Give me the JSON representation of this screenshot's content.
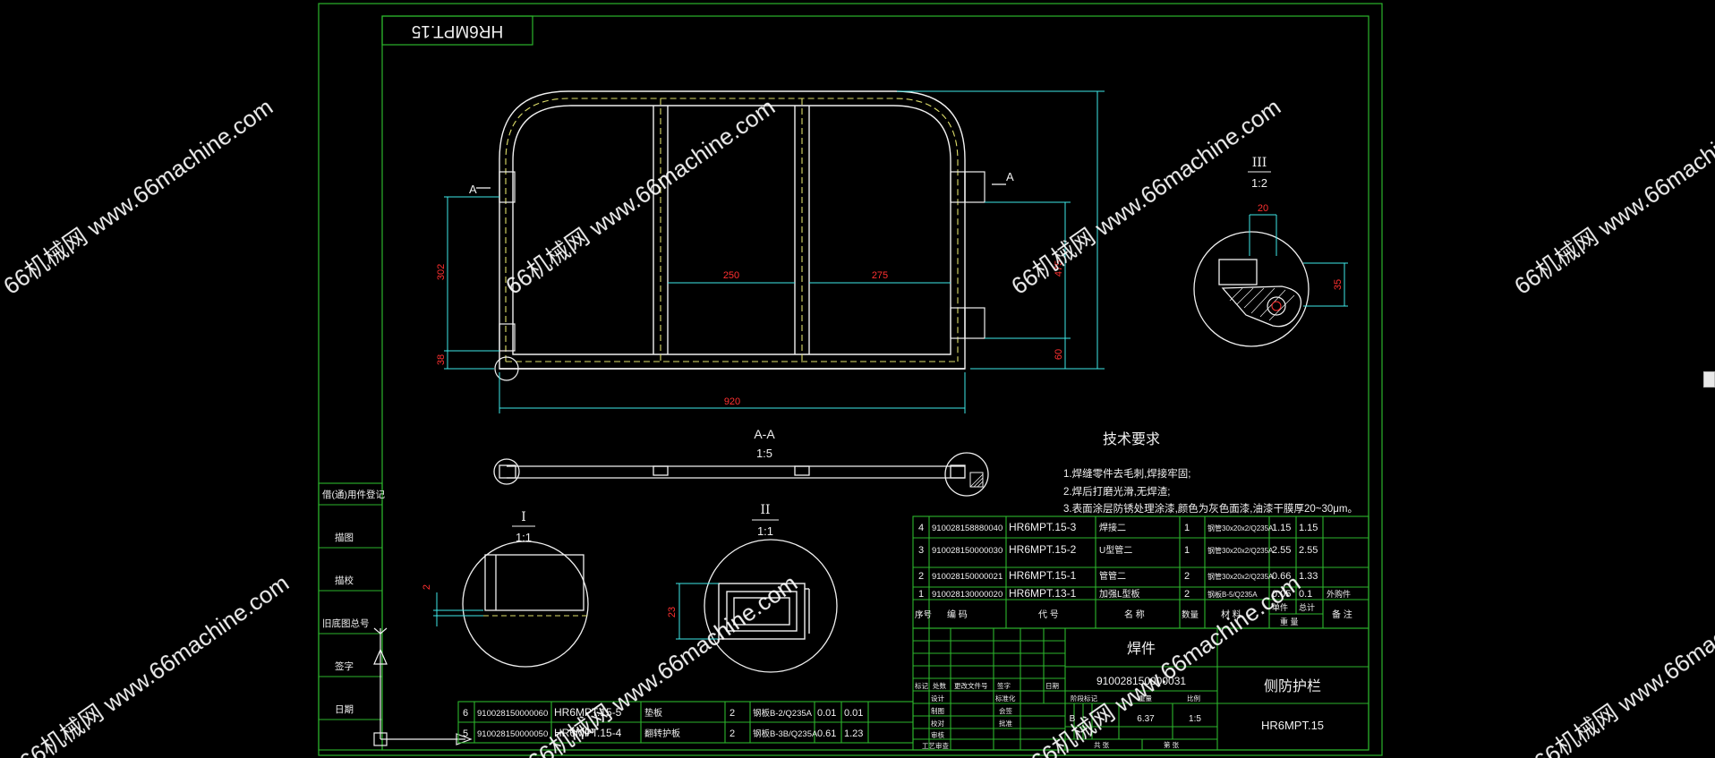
{
  "colors": {
    "frame": "#2cb52c",
    "part": "#f0f0f0",
    "hidden": "#dede6a",
    "dim": "#3ee8e8",
    "dim_text": "#ff3030",
    "text": "#f0f0f0",
    "watermark": "#ffffff"
  },
  "drawing": {
    "stamp_code": "HR6MPT.15",
    "section_cut_label": "A",
    "section_view_label": "A-A",
    "section_view_scale": "1:5",
    "dimensions": {
      "left_height_a": "302",
      "left_height_b": "38",
      "span_middle": "250",
      "span_right": "275",
      "overall_width": "920",
      "right_height_a": "475",
      "right_height_b": "60",
      "detail_iii_width": "20",
      "detail_iii_height": "35",
      "detail_i_gap": "2",
      "detail_ii_height": "23"
    },
    "detail_views": [
      {
        "label": "I",
        "scale": "1:1"
      },
      {
        "label": "II",
        "scale": "1:1"
      },
      {
        "label": "III",
        "scale": "1:2"
      }
    ]
  },
  "tech_requirements": {
    "title": "技术要求",
    "lines": [
      "1.焊缝零件去毛刺,焊接牢固;",
      "2.焊后打磨光滑,无焊渣;",
      "3.表面涂层防锈处理涂漆,颜色为灰色面漆,油漆干膜厚20~30μm。"
    ]
  },
  "bom_upper": {
    "rows": [
      [
        "4",
        "910028158880040",
        "HR6MPT.15-3",
        "焊接二",
        "1",
        "钢管30x20x2/Q235A",
        "1.15",
        "1.15",
        ""
      ],
      [
        "3",
        "910028150000030",
        "HR6MPT.15-2",
        "U型管二",
        "1",
        "钢管30x20x2/Q235A",
        "2.55",
        "2.55",
        ""
      ],
      [
        "2",
        "910028150000021",
        "HR6MPT.15-1",
        "管管二",
        "2",
        "钢管30x20x2/Q235A",
        "0.66",
        "1.33",
        ""
      ],
      [
        "1",
        "910028130000020",
        "HR6MPT.13-1",
        "加强L型板",
        "2",
        "钢板B-5/Q235A",
        "0.05",
        "0.1",
        "外购件"
      ]
    ],
    "header": [
      "序号",
      "编  码",
      "代  号",
      "名  称",
      "数量",
      "材  料",
      "单件",
      "总计",
      "备  注"
    ],
    "weight_label": "重  量"
  },
  "bom_lower": {
    "rows": [
      [
        "6",
        "910028150000060",
        "HR6MPT.15-5",
        "垫板",
        "2",
        "钢板B-2/Q235A",
        "0.01",
        "0.01"
      ],
      [
        "5",
        "910028150000050",
        "HR6MPT.15-4",
        "翻转护板",
        "2",
        "钢板B-3B/Q235A",
        "0.61",
        "1.23"
      ]
    ]
  },
  "title_block": {
    "assembly_label": "焊件",
    "code": "910028150000031",
    "part_name": "侧防护栏",
    "drawing_no": "HR6MPT.15",
    "stage_mark": "B",
    "weight": "6.37",
    "scale": "1:5",
    "sig_headers": [
      "标记",
      "处数",
      "更改文件号",
      "签字",
      "日期"
    ],
    "roles": [
      "设计",
      "制图",
      "校对",
      "审核",
      "工艺审查"
    ],
    "std_labels": [
      "标准化",
      "会签",
      "批准"
    ],
    "stage_headers": [
      "阶段标记",
      "重量",
      "比例"
    ],
    "sheet_labels": [
      "共  张",
      "第  张"
    ]
  },
  "side_table": [
    "借(通)用件登记",
    "描图",
    "描校",
    "旧底图总号",
    "签字",
    "日期"
  ],
  "watermarks": [
    {
      "text": "66机械网 www.66machine.com"
    },
    {
      "text": "66机械网 www.66machine.com"
    },
    {
      "text": "66机械网 www.66machine.com"
    },
    {
      "text": "66机械网 www.66machine.com"
    },
    {
      "text": "66机械网 www.66machine.com"
    },
    {
      "text": "66机械网 www.66machine.com"
    },
    {
      "text": "66机械网 www.66machine.com"
    },
    {
      "text": "66机械网 www.66machine.com"
    }
  ]
}
